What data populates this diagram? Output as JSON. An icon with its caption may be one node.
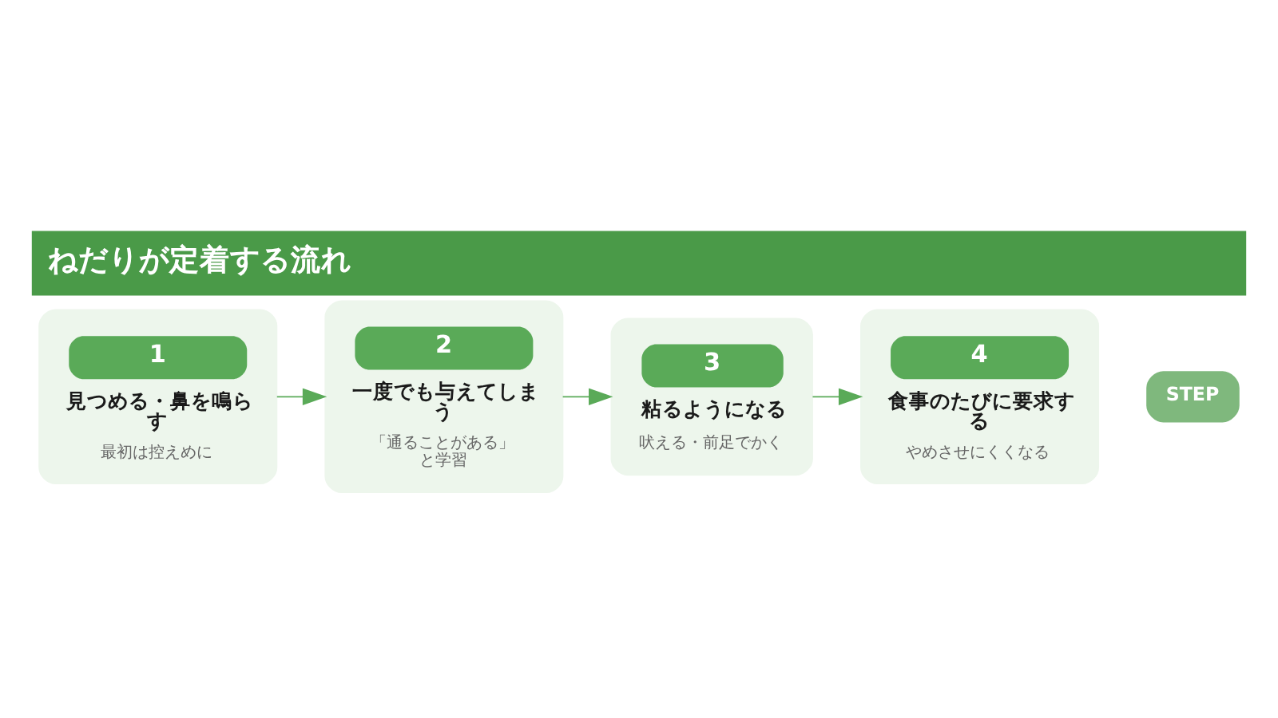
{
  "diagram": {
    "title": "ねだりが定着する流れ",
    "nodes": [
      {
        "text": [
          "1",
          "見つめる・鼻を鳴らす",
          "最初は控えめに"
        ]
      },
      {
        "text": [
          "2",
          "一度でも与えてしまう",
          "「通ることがある」と学習"
        ]
      },
      {
        "text": [
          "3",
          "粘るようになる",
          "吠える・前足でかく"
        ]
      },
      {
        "text": [
          "4",
          "食事のたびに要求する",
          "やめさせにくくなる"
        ]
      }
    ],
    "edges": [
      {
        "from": 0,
        "to": 1,
        "arrow": "to"
      },
      {
        "from": 1,
        "to": 2,
        "arrow": "to"
      },
      {
        "from": 2,
        "to": 3,
        "arrow": "to"
      }
    ],
    "labels": [
      "STEP"
    ]
  }
}
